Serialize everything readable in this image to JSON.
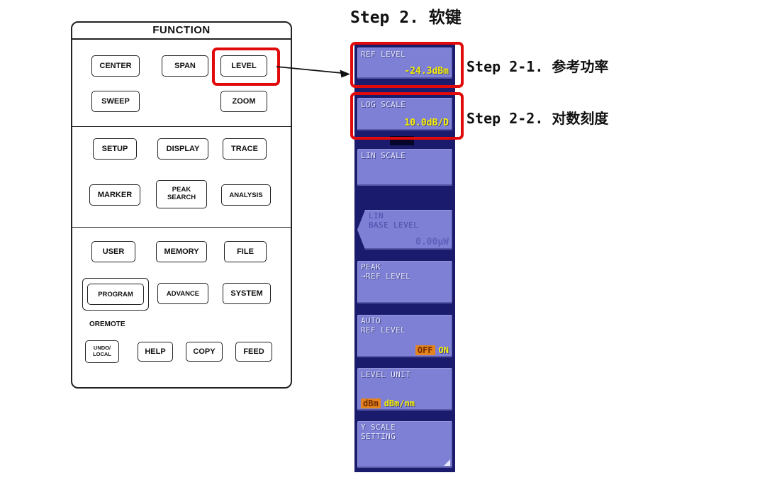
{
  "title": "Step 2. 软键",
  "function_panel": {
    "title": "FUNCTION",
    "remote_label": "OREMOTE",
    "buttons": {
      "center": "CENTER",
      "span": "SPAN",
      "level": "LEVEL",
      "sweep": "SWEEP",
      "zoom": "ZOOM",
      "setup": "SETUP",
      "display": "DISPLAY",
      "trace": "TRACE",
      "marker": "MARKER",
      "peak_search": "PEAK\nSEARCH",
      "analysis": "ANALYSIS",
      "user": "USER",
      "memory": "MEMORY",
      "file": "FILE",
      "program": "PROGRAM",
      "advance": "ADVANCE",
      "system": "SYSTEM",
      "undo_local": "UNDO/\nLOCAL",
      "help": "HELP",
      "copy": "COPY",
      "feed": "FEED"
    }
  },
  "softkey_menu": {
    "keys": [
      {
        "label": "REF LEVEL",
        "value": "-24.3dBm",
        "highlighted": true
      },
      {
        "label": "LOG SCALE",
        "value": "10.0dB/D",
        "highlighted": true
      },
      {
        "label": "LIN SCALE"
      },
      {
        "label": "LIN\nBASE LEVEL",
        "value": "0.00µW",
        "state": "dimmed"
      },
      {
        "label": "PEAK\n→REF LEVEL"
      },
      {
        "label": "AUTO\nREF LEVEL",
        "toggle_off": "OFF",
        "toggle_on": "ON",
        "selected": "OFF"
      },
      {
        "label": "LEVEL UNIT",
        "toggle_off": "dBm",
        "toggle_on": "dBm/nm",
        "selected": "dBm"
      },
      {
        "label": "Y SCALE\nSETTING"
      }
    ]
  },
  "annotations": {
    "step_2_1": "Step 2-1. 参考功率",
    "step_2_2": "Step 2-2. 对数刻度"
  },
  "colors": {
    "highlight_red": "#e10a0a",
    "softkey_bg": "#7d80d4",
    "panel_bg": "#1b1b6e",
    "value_yellow": "#f6ef00",
    "toggle_orange": "#e5831d"
  }
}
